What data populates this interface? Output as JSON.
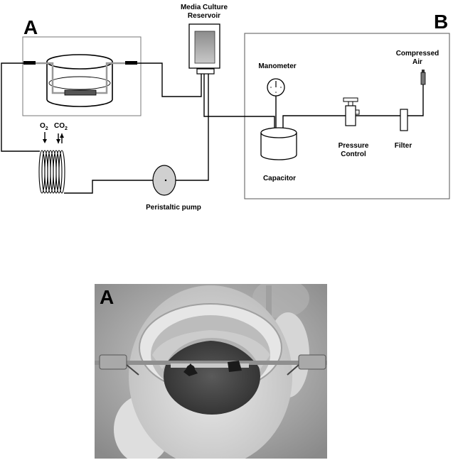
{
  "diagram": {
    "panel_a_letter": "A",
    "panel_b_letter": "B",
    "reservoir_label_line1": "Media Culture",
    "reservoir_label_line2": "Reservoir",
    "manometer_label": "Manometer",
    "compressed_air_line1": "Compressed",
    "compressed_air_line2": "Air",
    "pressure_control_line1": "Pressure",
    "pressure_control_line2": "Control",
    "filter_label": "Filter",
    "capacitor_label": "Capacitor",
    "peristaltic_pump_label": "Peristaltic pump",
    "o2_label": "O",
    "o2_sub": "2",
    "co2_label": "CO",
    "co2_sub": "2"
  },
  "photo": {
    "panel_letter": "A"
  }
}
